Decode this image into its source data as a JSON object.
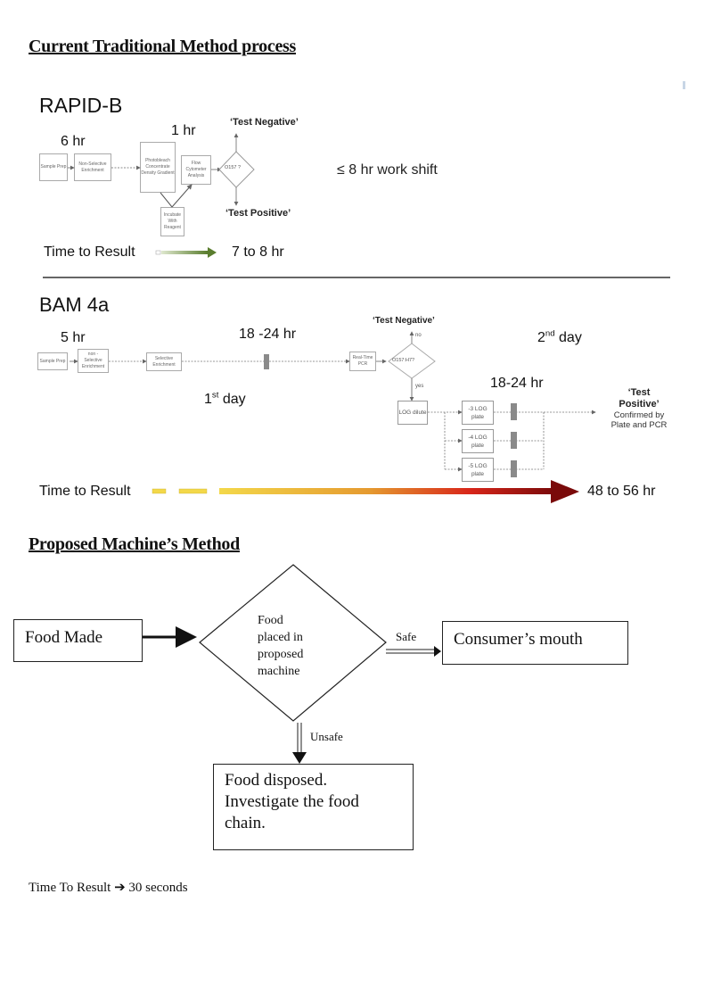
{
  "section1": {
    "title": "Current Traditional Method process"
  },
  "rapid_b": {
    "title": "RAPID-B",
    "time_6hr": "6 hr",
    "time_1hr": "1 hr",
    "boxes": {
      "sample_prep": "Sample Prep",
      "non_selective": "Non-Selective Enrichment",
      "photobleach": "Photobleach Concentrate Density Gradient",
      "flow_cytometer": "Flow Cytometer Analysis",
      "incubate": "Incubate With Reagent"
    },
    "decision": "O157 ?",
    "test_negative": "‘Test Negative’",
    "test_positive": "‘Test Positive’",
    "work_shift": "≤ 8 hr work shift",
    "time_to_result_label": "Time to Result",
    "time_to_result_value": "7 to 8 hr"
  },
  "bam_4a": {
    "title": "BAM 4a",
    "time_5hr": "5 hr",
    "time_18_24_first": "18 -24 hr",
    "day1": "1",
    "day1_sup": "st",
    "day1_suffix": " day",
    "day2": "2",
    "day2_sup": "nd",
    "day2_suffix": " day",
    "time_18_24_second": "18-24 hr",
    "boxes": {
      "sample_prep": "Sample Prep",
      "non_selective": "non - Selective Enrichment",
      "selective": "Selective Enrichment",
      "pcr": "Real-Time PCR",
      "log_dilute": "LOG dilute",
      "plate3": "-3 LOG plate",
      "plate4": "-4 LOG plate",
      "plate5": "-5 LOG plate"
    },
    "decision": "O157:H7?",
    "no_label": "no",
    "yes_label": "yes",
    "test_negative": "‘Test Negative’",
    "test_positive_line1": "‘Test",
    "test_positive_line2": "Positive’",
    "confirmed_line1": "Confirmed by",
    "confirmed_line2": "Plate and PCR",
    "time_to_result_label": "Time to Result",
    "time_to_result_value": "48 to 56 hr"
  },
  "section2": {
    "title": "Proposed Machine’s Method"
  },
  "proposed": {
    "food_made": "Food Made",
    "decision_lines": [
      "Food",
      "placed in",
      "proposed",
      "machine"
    ],
    "safe_label": "Safe",
    "unsafe_label": "Unsafe",
    "consumer": "Consumer’s mouth",
    "disposed_lines": [
      "Food disposed.",
      "Investigate the food",
      "chain."
    ],
    "time_to_result_label": "Time To Result",
    "arrow_glyph": "➔",
    "time_to_result_value": "30 seconds"
  },
  "colors": {
    "rapid_arrow": "#5a7d2e",
    "bam_arrow_start": "#f3d84a",
    "bam_arrow_mid": "#d8401a",
    "bam_arrow_end": "#7a0a0a",
    "incubation_bar": "#8a8a8a"
  }
}
